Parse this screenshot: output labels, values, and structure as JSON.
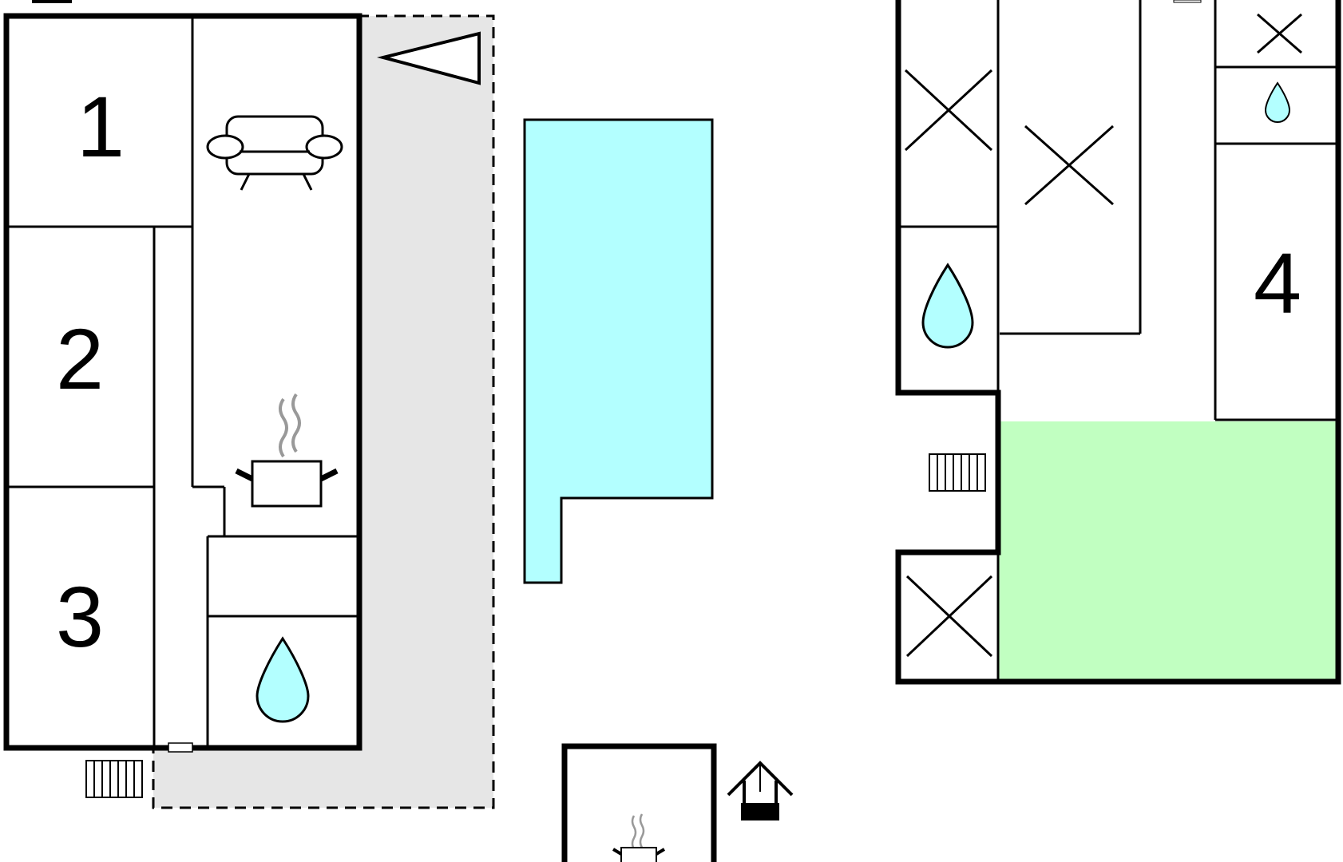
{
  "floorplan": {
    "rooms": [
      {
        "label": "1"
      },
      {
        "label": "2"
      },
      {
        "label": "3"
      },
      {
        "label": "4"
      }
    ],
    "icons": [
      "sofa-icon",
      "cooking-pot-icon",
      "water-drop-icon",
      "radiator-icon",
      "north-arrow-icon",
      "well-icon",
      "cross-icon"
    ],
    "colors": {
      "pool": "#b3ffff",
      "garden": "#c1ffc1",
      "terrace": "#e6e6e6",
      "wall": "#000000",
      "background": "#ffffff"
    }
  }
}
